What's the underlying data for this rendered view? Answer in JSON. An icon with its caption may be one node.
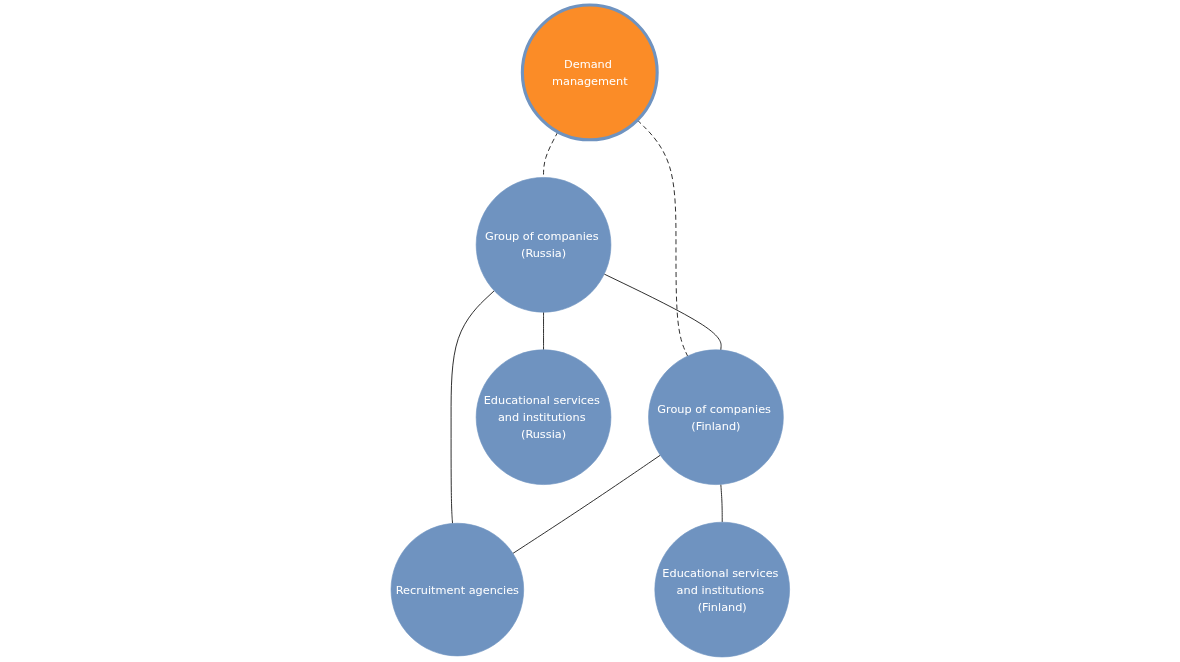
{
  "diagram": {
    "nodes": [
      {
        "text": [
          "Demand management"
        ]
      },
      {
        "text": [
          "Group of companies (Russia)"
        ]
      },
      {
        "text": [
          "Group of companies (Finland)"
        ]
      },
      {
        "text": [
          "Educational services and institutions (Russia)"
        ]
      },
      {
        "text": [
          "Recruitment agencies"
        ]
      },
      {
        "text": [
          "Educational services and institutions (Finland)"
        ]
      }
    ],
    "edges": [
      {
        "from": 0,
        "to": 1,
        "arrow": "none",
        "style": "dashed"
      },
      {
        "from": 0,
        "to": 2,
        "arrow": "none",
        "style": "dashed"
      },
      {
        "from": 1,
        "to": 2,
        "arrow": "none"
      },
      {
        "from": 1,
        "to": 3,
        "arrow": "none"
      },
      {
        "from": 1,
        "to": 4,
        "arrow": "none"
      },
      {
        "from": 2,
        "to": 4,
        "arrow": "none"
      },
      {
        "from": 2,
        "to": 5,
        "arrow": "none"
      }
    ]
  }
}
